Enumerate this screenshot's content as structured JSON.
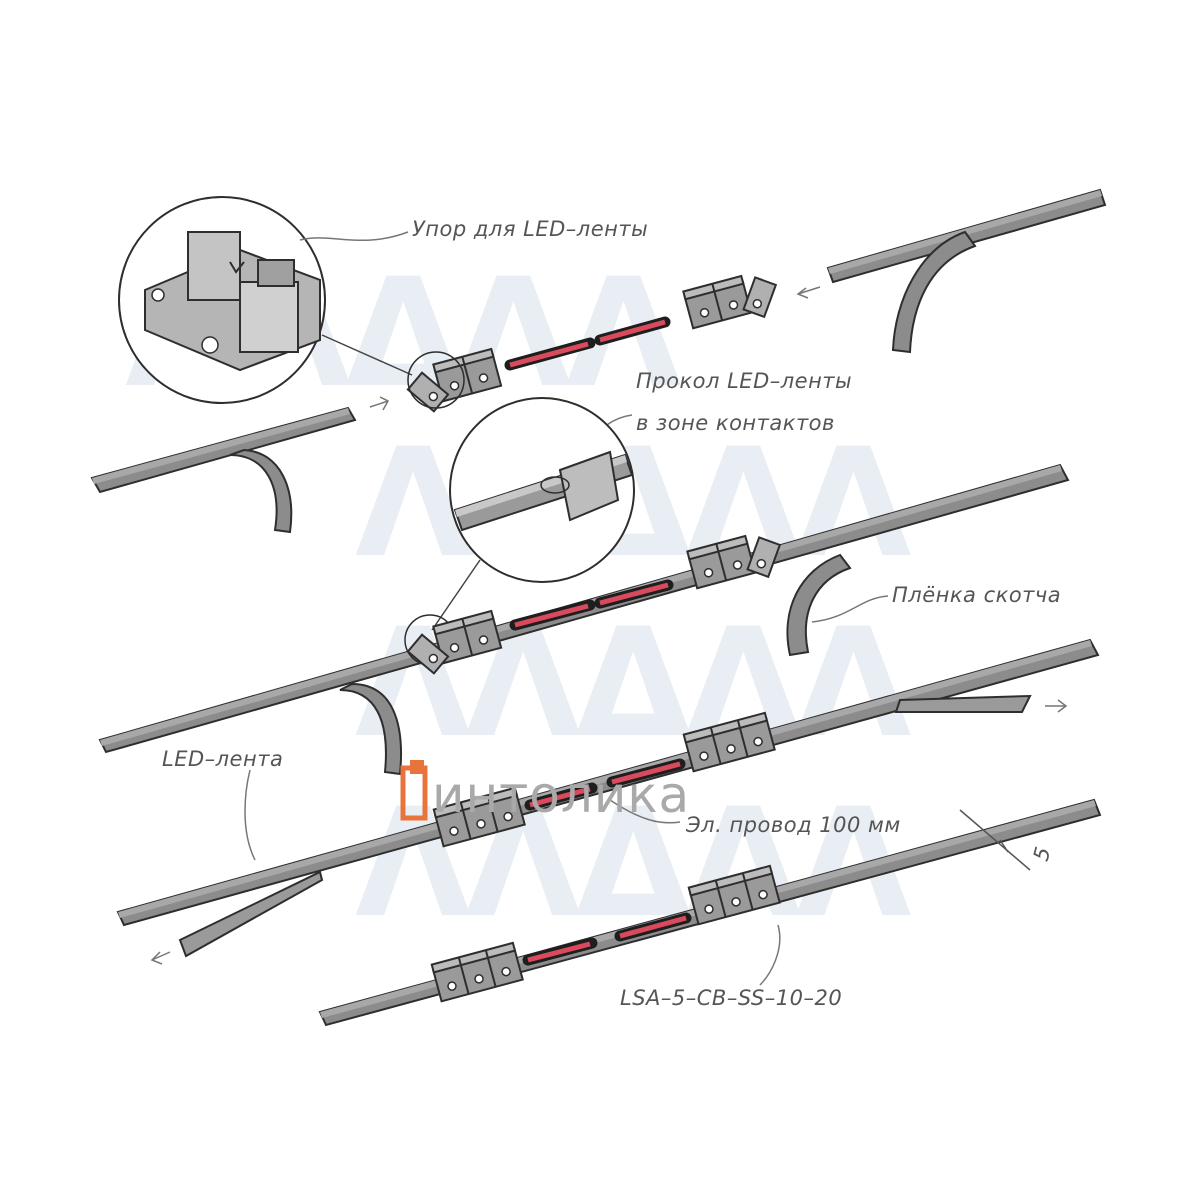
{
  "watermark": {
    "text": "ΛΛΔΛΛ"
  },
  "brand": {
    "name": "интолика"
  },
  "labels": {
    "stop": "Упор для LED–ленты",
    "pierce_line1": "Прокол LED–ленты",
    "pierce_line2": "в зоне контактов",
    "film": "Плёнка скотча",
    "led_strip": "LED–лента",
    "wire": "Эл. провод 100 мм",
    "dimension": "5",
    "model": "LSA–5–CB–SS–10–20"
  },
  "colors": {
    "strip": "#8c8c8c",
    "strip_top": "#a8a8a8",
    "outline": "#2e2e2e",
    "wire_red": "#d94a5c",
    "wire_black": "#1e1e1e",
    "connector": "#9a9a9a",
    "label_text": "#555555",
    "watermark": "#e8eef4",
    "brand_accent": "#e8743c"
  }
}
